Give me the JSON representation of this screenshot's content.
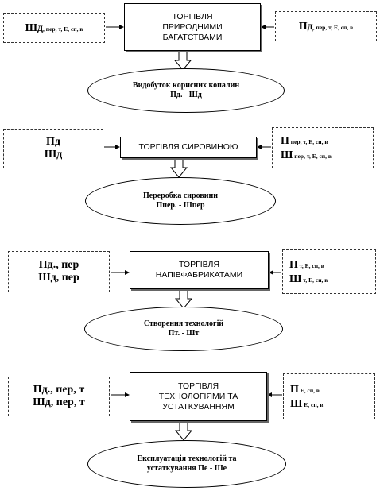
{
  "rows": [
    {
      "center": [
        "ТОРГІВЛЯ",
        "ПРИРОДНИМИ",
        "БАГАТСТВАМИ"
      ],
      "left": [
        {
          "main": "Шд",
          "sub": ", пер, т, Е, сп, в"
        }
      ],
      "right": [
        {
          "main": "Пд",
          "sub": ", пер, т, Е, сп, в"
        }
      ],
      "result": [
        "Видобуток корисних копалин",
        "Пд. - Шд"
      ]
    },
    {
      "center": [
        "ТОРГІВЛЯ  СИРОВИНОЮ"
      ],
      "left": [
        {
          "main": "Пд",
          "sub": ""
        },
        {
          "main": "Шд",
          "sub": ""
        }
      ],
      "right": [
        {
          "main": "П",
          "sub": " пер, т, Е, сп, в"
        },
        {
          "main": "Ш",
          "sub": " пер, т, Е, сп, в"
        }
      ],
      "result": [
        "Переробка сировини",
        "Ппер. - Шпер"
      ]
    },
    {
      "center": [
        "ТОРГІВЛЯ",
        "НАПІВФАБРИКАТАМИ"
      ],
      "left": [
        {
          "main": "Пд., пер",
          "sub": ""
        },
        {
          "main": "Шд, пер",
          "sub": ""
        }
      ],
      "right": [
        {
          "main": "П",
          "sub": " т, Е, сп, в"
        },
        {
          "main": "Ш",
          "sub": " т,  Е, сп, в"
        }
      ],
      "result": [
        "Створення технологій",
        "Пт. - Шт"
      ]
    },
    {
      "center": [
        "ТОРГІВЛЯ",
        "ТЕХНОЛОГІЯМИ  ТА",
        "УСТАТКУВАННЯМ"
      ],
      "left": [
        {
          "main": "Пд., пер, т",
          "sub": ""
        },
        {
          "main": "Шд, пер, т",
          "sub": ""
        }
      ],
      "right": [
        {
          "main": "П",
          "sub": "  Е, сп, в"
        },
        {
          "main": "Ш",
          "sub": "  Е, сп, в"
        }
      ],
      "result": [
        "Експлуатація  технологій  та",
        "устаткування  Пе - Ше"
      ]
    }
  ]
}
